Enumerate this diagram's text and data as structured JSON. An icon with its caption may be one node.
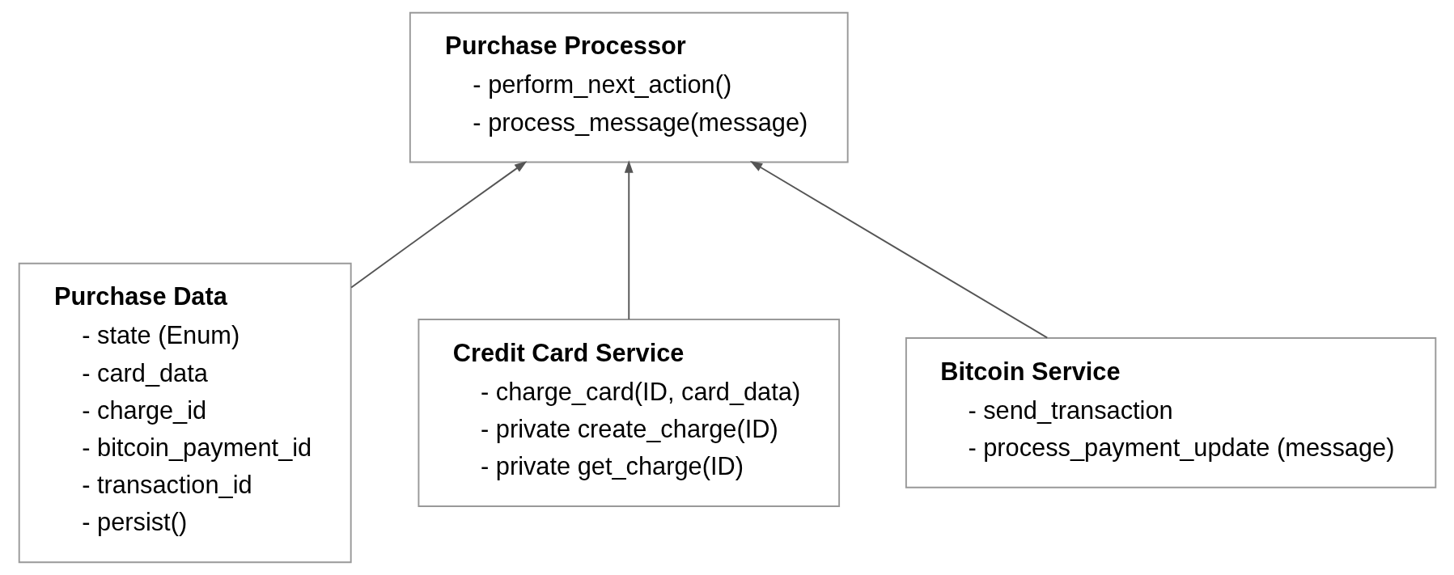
{
  "diagram": {
    "nodes": [
      {
        "text": [
          "Purchase Processor",
          "- perform_next_action()",
          "- process_message(message)"
        ]
      },
      {
        "text": [
          "Purchase Data",
          "- state (Enum)",
          "- card_data",
          "- charge_id",
          "- bitcoin_payment_id",
          "- transaction_id",
          "- persist()"
        ]
      },
      {
        "text": [
          "Credit Card Service",
          "- charge_card(ID, card_data)",
          "- private create_charge(ID)",
          "- private get_charge(ID)"
        ]
      },
      {
        "text": [
          "Bitcoin Service",
          "- send_transaction",
          "- process_payment_update (message)"
        ]
      }
    ],
    "edges": [
      {
        "from": 1,
        "to": 0,
        "arrow": "to"
      },
      {
        "from": 2,
        "to": 0,
        "arrow": "to"
      },
      {
        "from": 3,
        "to": 0,
        "arrow": "to"
      }
    ]
  }
}
